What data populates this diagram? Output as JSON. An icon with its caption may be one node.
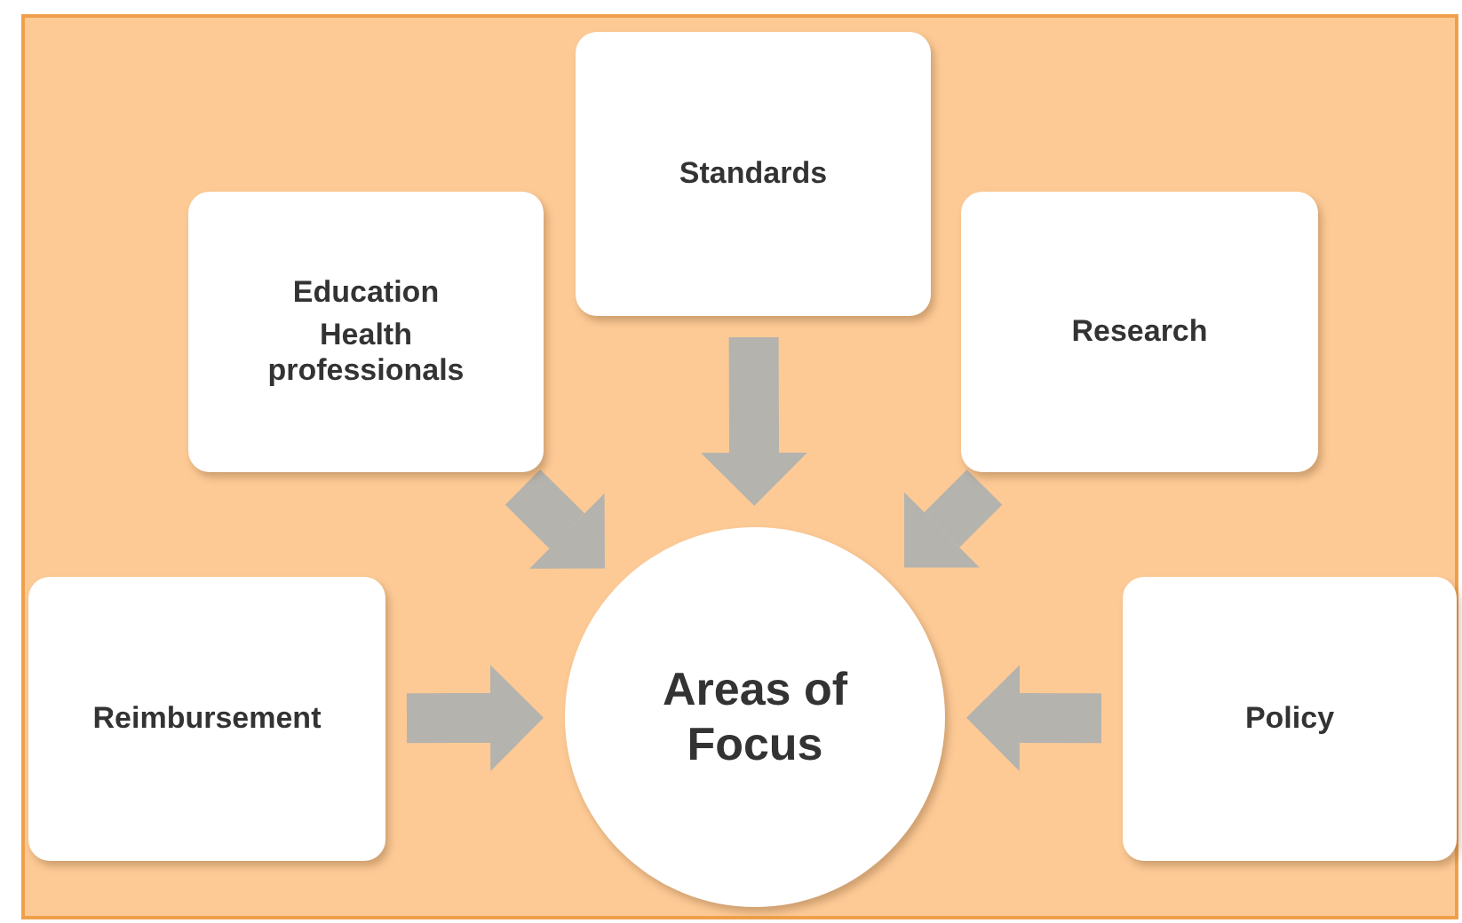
{
  "diagram": {
    "nodes": [
      {
        "text": [
          "Standards"
        ]
      },
      {
        "text": [
          "Education",
          "Health professionals"
        ]
      },
      {
        "text": [
          "Research"
        ]
      },
      {
        "text": [
          "Reimbursement"
        ]
      },
      {
        "text": [
          "Areas of Focus"
        ]
      },
      {
        "text": [
          "Policy"
        ]
      }
    ],
    "edges": [
      {
        "from": 0,
        "to": 4,
        "arrow": "to"
      },
      {
        "from": 1,
        "to": 4,
        "arrow": "to"
      },
      {
        "from": 2,
        "to": 4,
        "arrow": "to"
      },
      {
        "from": 3,
        "to": 4,
        "arrow": "to"
      },
      {
        "from": 5,
        "to": 4,
        "arrow": "to"
      }
    ]
  }
}
